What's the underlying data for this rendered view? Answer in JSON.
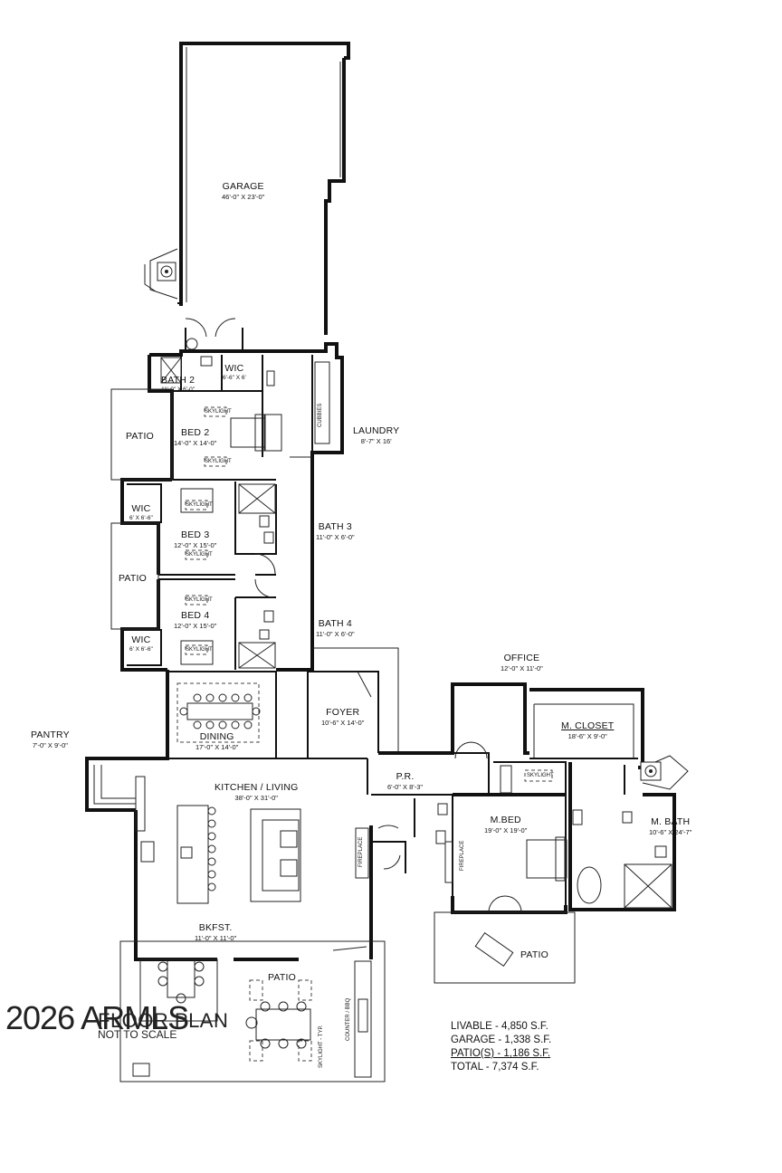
{
  "rooms": {
    "garage": {
      "name": "GARAGE",
      "dim": "46'-0\" X 23'-0\""
    },
    "wic_top": {
      "name": "WIC",
      "dim": "6'-6\" X 6'"
    },
    "bath2": {
      "name": "BATH 2",
      "dim": "11'-0\" X 6'-0\""
    },
    "bed2": {
      "name": "BED 2",
      "dim": "14'-0\" X 14'-0\""
    },
    "laundry": {
      "name": "LAUNDRY",
      "dim": "8'-7\" X 16'"
    },
    "patio_left_top": {
      "name": "PATIO"
    },
    "wic_bed3": {
      "name": "WIC",
      "dim": "6' X 6'-6\""
    },
    "bed3": {
      "name": "BED 3",
      "dim": "12'-0\" X 15'-0\""
    },
    "bath3": {
      "name": "BATH 3",
      "dim": "11'-0\" X 6'-0\""
    },
    "patio_left_mid": {
      "name": "PATIO"
    },
    "bed4": {
      "name": "BED 4",
      "dim": "12'-0\" X 15'-0\""
    },
    "bath4": {
      "name": "BATH 4",
      "dim": "11'-0\" X 6'-0\""
    },
    "wic_bed4": {
      "name": "WIC",
      "dim": "6' X 6'-6\""
    },
    "office": {
      "name": "OFFICE",
      "dim": "12'-0\" X 11'-0\""
    },
    "m_closet": {
      "name": "M. CLOSET",
      "dim": "18'-6\" X 9'-0\""
    },
    "foyer": {
      "name": "FOYER",
      "dim": "10'-6\" X 14'-0\""
    },
    "dining": {
      "name": "DINING",
      "dim": "17'-0\" X 14'-0\""
    },
    "pantry": {
      "name": "PANTRY",
      "dim": "7'-0\" X 9'-0\""
    },
    "kitchen": {
      "name": "KITCHEN / LIVING",
      "dim": "38'-0\" X 31'-0\""
    },
    "pr": {
      "name": "P.R.",
      "dim": "6'-0\" X 8'-3\""
    },
    "m_bed": {
      "name": "M.BED",
      "dim": "19'-0\" X 19'-0\""
    },
    "m_bath": {
      "name": "M. BATH",
      "dim": "10'-6\" X 24'-7\""
    },
    "bkfst": {
      "name": "BKFST.",
      "dim": "11'-0\" X 11'-0\""
    },
    "patio_rear": {
      "name": "PATIO"
    },
    "patio_master": {
      "name": "PATIO"
    }
  },
  "notes": {
    "skylight": "SKYLIGHT",
    "cubbies": "CUBBIES",
    "fireplace": "FIREPLACE",
    "counter_bbq": "COUNTER / BBQ",
    "skylight_typ": "SKYLIGHT - TYP."
  },
  "totals": {
    "livable": "LIVABLE - 4,850 S.F.",
    "garage": "GARAGE - 1,338 S.F.",
    "patios": "PATIO(S) - 1,186 S.F.",
    "total": "TOTAL - 7,374 S.F."
  },
  "footer": {
    "brand": "2026 ARMLS",
    "title": "FLOOR PLAN",
    "subtitle": "NOT TO SCALE"
  }
}
